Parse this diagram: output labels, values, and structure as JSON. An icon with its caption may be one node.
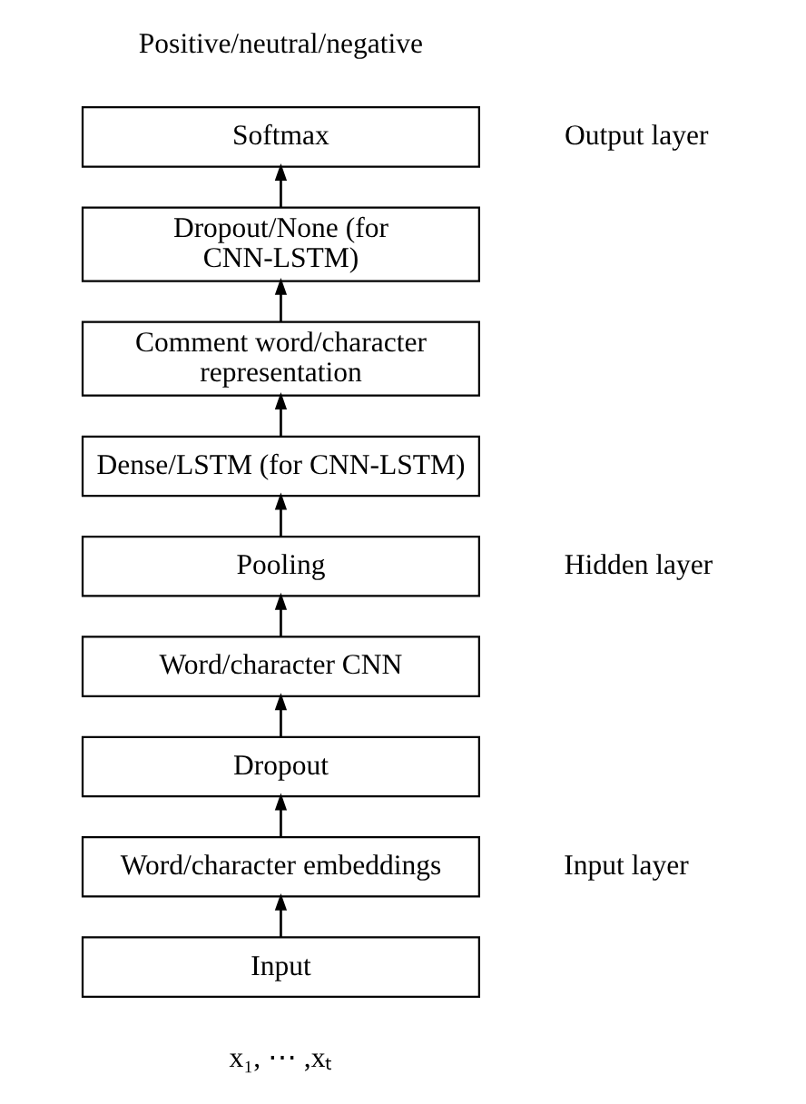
{
  "diagram": {
    "nodes": [
      {
        "text": [
          "Softmax"
        ]
      },
      {
        "text": [
          "Dropout/None (for CNN-LSTM)"
        ]
      },
      {
        "text": [
          "Comment word/character representation"
        ]
      },
      {
        "text": [
          "Dense/LSTM (for CNN-LSTM)"
        ]
      },
      {
        "text": [
          "Pooling"
        ]
      },
      {
        "text": [
          "Word/character CNN"
        ]
      },
      {
        "text": [
          "Dropout"
        ]
      },
      {
        "text": [
          "Word/character embeddings"
        ]
      },
      {
        "text": [
          "Input"
        ]
      }
    ],
    "edges": [
      {
        "from": 8,
        "to": 7,
        "arrow": "to"
      },
      {
        "from": 7,
        "to": 6,
        "arrow": "to"
      },
      {
        "from": 6,
        "to": 5,
        "arrow": "to"
      },
      {
        "from": 5,
        "to": 4,
        "arrow": "to"
      },
      {
        "from": 4,
        "to": 3,
        "arrow": "to"
      },
      {
        "from": 3,
        "to": 2,
        "arrow": "to"
      },
      {
        "from": 2,
        "to": 1,
        "arrow": "to"
      },
      {
        "from": 1,
        "to": 0,
        "arrow": "to"
      }
    ],
    "labels": [
      "Positive/neutral/negative",
      "Output layer",
      "Hidden layer",
      "Input layer",
      "x₁, ⋯ ,xₜ"
    ]
  }
}
